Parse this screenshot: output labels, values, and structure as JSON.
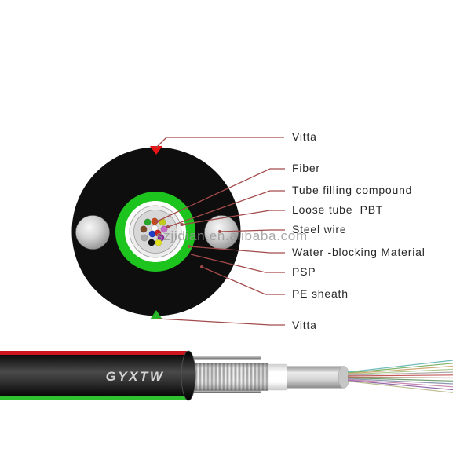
{
  "watermark": {
    "text": "szjidian.en.alibaba.com",
    "color": "#969696"
  },
  "cross_section": {
    "labels": [
      "Vitta",
      "Fiber",
      "Tube filling compound",
      "Loose tube  PBT",
      "Steel wire",
      "Water -blocking Material",
      "PSP",
      "PE sheath",
      "Vitta"
    ],
    "colors": {
      "pe_sheath_black": "#0e0e0e",
      "psp_green": "#1ec41e",
      "water_blocking_white": "#ffffff",
      "loose_tube_gray": "#ededed",
      "filling_gray": "#d7d7d7",
      "vitta_top_red": "#e81414",
      "vitta_bottom_green": "#28b828",
      "leader_line_red": "#a34a4a",
      "label_text": "#262626"
    },
    "fibers": [
      {
        "name": "fiber-red-orange",
        "color": "#c84a1c"
      },
      {
        "name": "fiber-green",
        "color": "#2aa62c"
      },
      {
        "name": "fiber-yellow-green",
        "color": "#c2cc1e"
      },
      {
        "name": "fiber-brown",
        "color": "#7a4a28"
      },
      {
        "name": "fiber-white",
        "color": "#fdfdfd"
      },
      {
        "name": "fiber-orchid",
        "color": "#c66cc6"
      },
      {
        "name": "fiber-blue",
        "color": "#1e3ec8"
      },
      {
        "name": "fiber-red",
        "color": "#c62222"
      },
      {
        "name": "fiber-slate",
        "color": "#a9a9a9"
      },
      {
        "name": "fiber-violet",
        "color": "#8c2ca2"
      },
      {
        "name": "fiber-black",
        "color": "#141414"
      },
      {
        "name": "fiber-yellow",
        "color": "#e0e01e"
      }
    ]
  },
  "cable_3d": {
    "print_text": "GYXTW",
    "print_color": "#d4d4d4",
    "stripe_red": "#cc1520",
    "stripe_green": "#2ec22e",
    "fan_fibers": [
      {
        "color": "#6fbcbc"
      },
      {
        "color": "#7db465"
      },
      {
        "color": "#d2a878"
      },
      {
        "color": "#aecb8e"
      },
      {
        "color": "#ababab"
      },
      {
        "color": "#c25a5a"
      },
      {
        "color": "#9c7c5a"
      },
      {
        "color": "#6fa06f"
      },
      {
        "color": "#8c98b0"
      },
      {
        "color": "#c987b0"
      },
      {
        "color": "#9069aa"
      },
      {
        "color": "#bcbc90"
      }
    ]
  }
}
